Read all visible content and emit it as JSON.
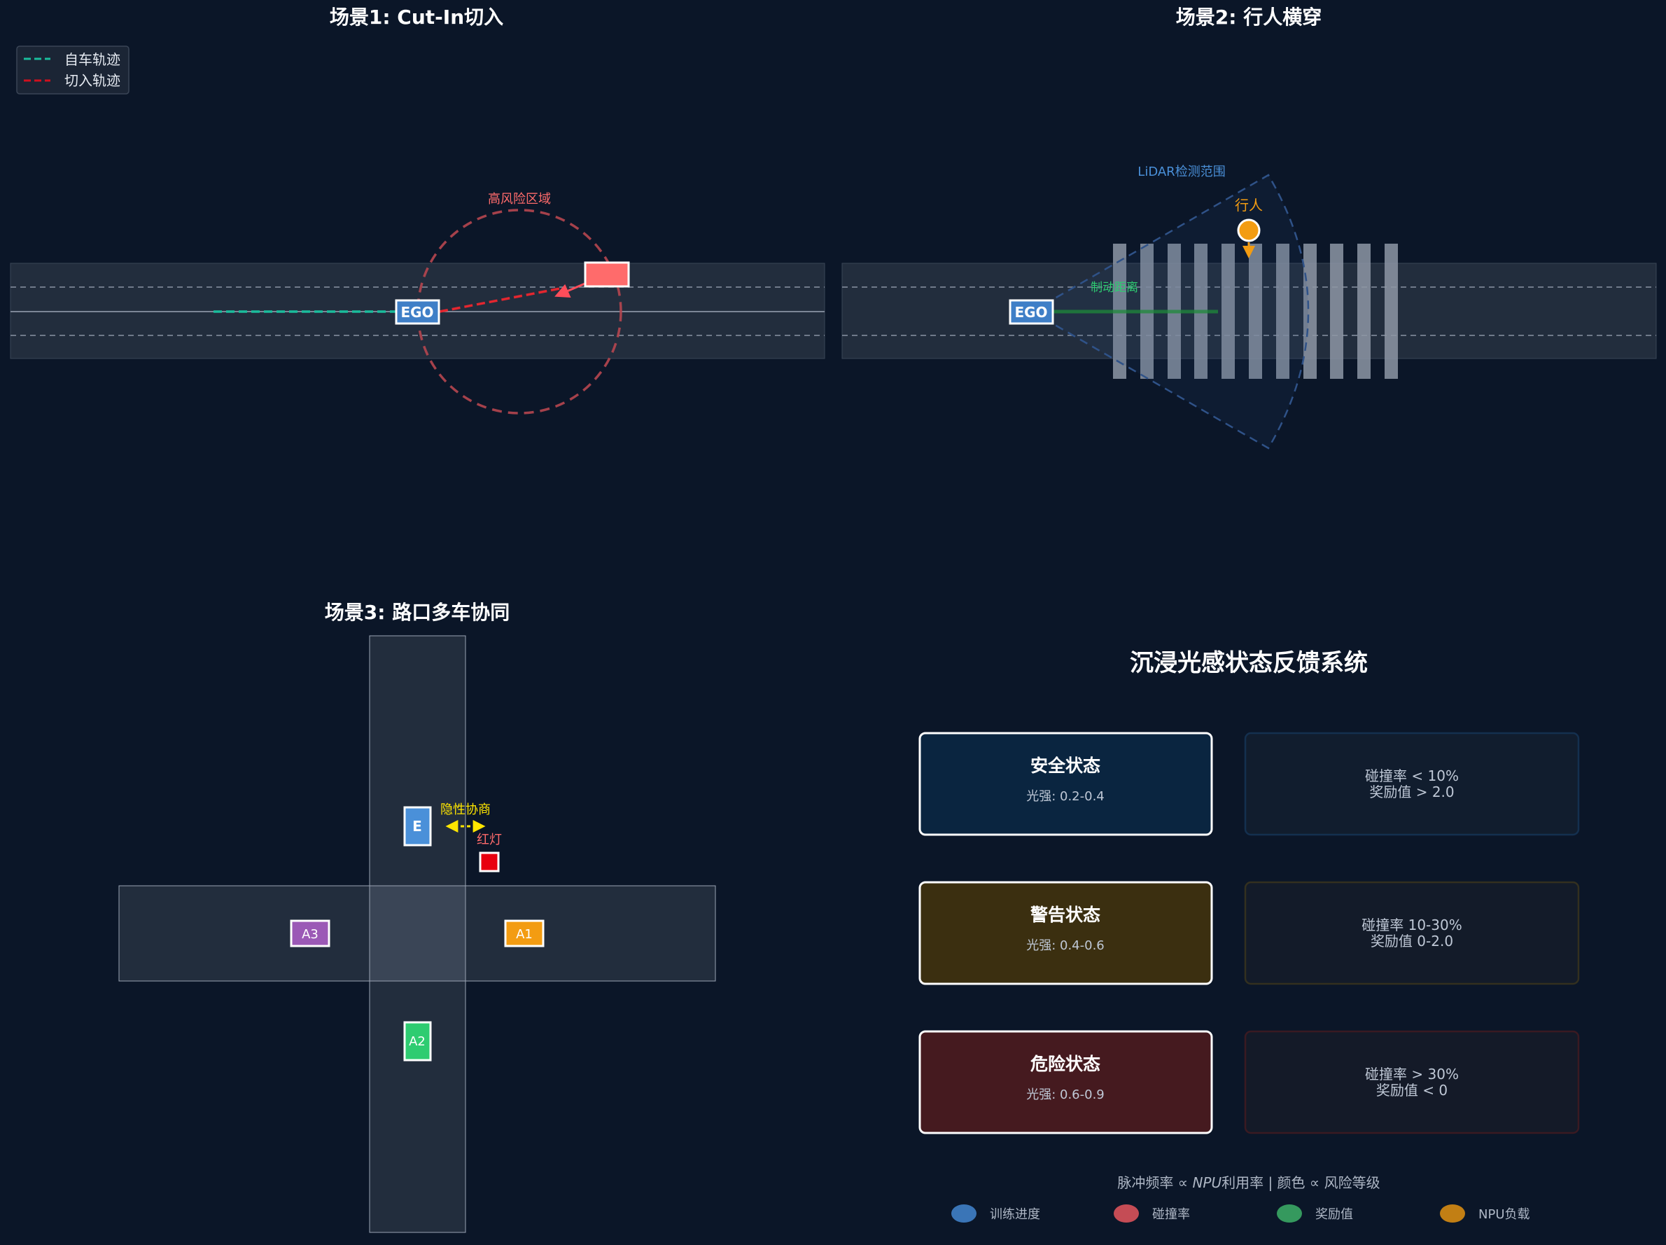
{
  "scene1": {
    "title": "场景1: Cut-In切入",
    "legend": {
      "ego_traj": "自车轨迹",
      "cutin_traj": "切入轨迹"
    },
    "risk_zone_label": "高风险区域",
    "ego_label": "EGO"
  },
  "scene2": {
    "title": "场景2: 行人横穿",
    "lidar_label": "LiDAR检测范围",
    "pedestrian_label": "行人",
    "brake_label": "制动距离",
    "ego_label": "EGO"
  },
  "scene3": {
    "title": "场景3: 路口多车协同",
    "ego_label": "E",
    "negotiation_label": "隐性协商",
    "red_light_label": "红灯",
    "agents": {
      "a1": "A1",
      "a2": "A2",
      "a3": "A3"
    }
  },
  "feedback": {
    "title": "沉浸光感状态反馈系统",
    "states": [
      {
        "name": "安全状态",
        "light": "光强: 0.2-0.4",
        "line1": "碰撞率 < 10%",
        "line2": "奖励值 > 2.0"
      },
      {
        "name": "警告状态",
        "light": "光强: 0.4-0.6",
        "line1": "碰撞率 10-30%",
        "line2": "奖励值 0-2.0"
      },
      {
        "name": "危险状态",
        "light": "光强: 0.6-0.9",
        "line1": "碰撞率 > 30%",
        "line2": "奖励值 < 0"
      }
    ],
    "formula": {
      "prefix": "脉冲频率 ∝ ",
      "npu": "NPU",
      "suffix": "利用率  |  颜色 ∝ 风险等级"
    },
    "legend": [
      "训练进度",
      "碰撞率",
      "奖励值",
      "NPU负载"
    ]
  },
  "colors": {
    "background": "#0b1628",
    "road": "#222d3d",
    "ego": "#4a90d9",
    "cutin": "#ff6b6b",
    "pedestrian": "#f39c12",
    "safe": "#0a2540",
    "warn": "#3b2f10",
    "danger": "#451a1f"
  }
}
